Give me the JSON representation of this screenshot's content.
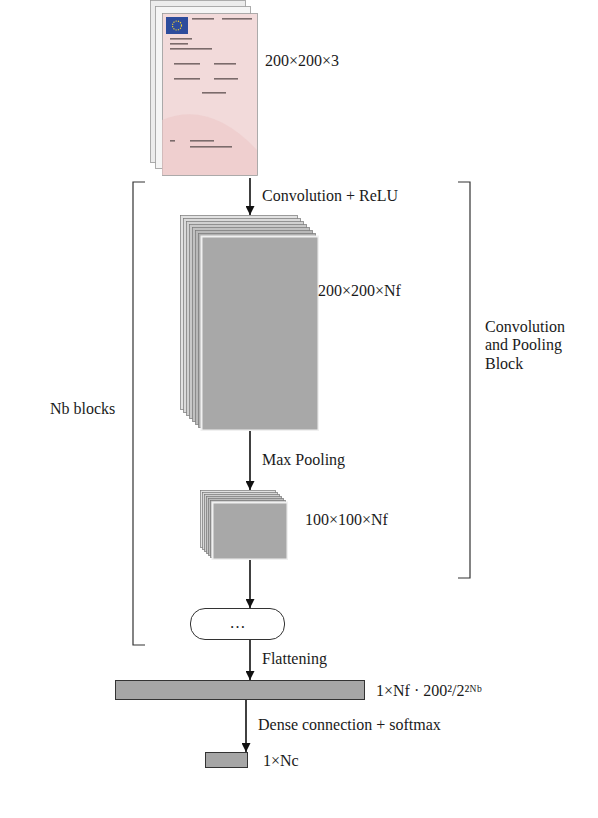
{
  "diagram": {
    "nodes": [
      {
        "text": [
          "200×200×3"
        ]
      },
      {
        "text": [
          "200×200×Nf"
        ]
      },
      {
        "text": [
          "100×100×Nf"
        ]
      },
      {
        "text": [
          "…"
        ]
      },
      {
        "text": [
          "1×Nf · 200²/2²ᴺᵇ"
        ]
      },
      {
        "text": [
          "1×Nc"
        ]
      }
    ],
    "edges": [
      {
        "from": 0,
        "to": 1,
        "arrow": "to",
        "label": "Convolution + ReLU"
      },
      {
        "from": 1,
        "to": 2,
        "arrow": "to",
        "label": "Max Pooling"
      },
      {
        "from": 2,
        "to": 3,
        "arrow": "to"
      },
      {
        "from": 3,
        "to": 4,
        "arrow": "to",
        "label": "Flattening"
      },
      {
        "from": 4,
        "to": 5,
        "arrow": "to",
        "label": "Dense connection + softmax"
      }
    ],
    "labels": [
      "Nb blocks",
      "Convolution and Pooling Block"
    ]
  }
}
